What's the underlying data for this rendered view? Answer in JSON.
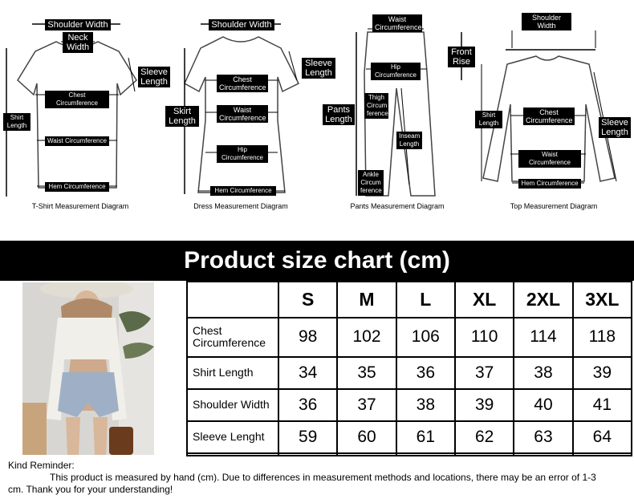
{
  "diagrams": {
    "tshirt": {
      "caption": "T-Shirt Measurement Diagram",
      "labels": {
        "shoulder": "Shoulder Width",
        "neck": "Neck Width",
        "sleeve": "Sleeve Length",
        "chest": "Chest Circumference",
        "shirt_length": "Shirt Length",
        "waist": "Waist Circumference",
        "hem": "Hem Circumference"
      }
    },
    "dress": {
      "caption": "Dress Measurement Diagram",
      "labels": {
        "shoulder": "Shoulder Width",
        "sleeve": "Sleeve Length",
        "chest": "Chest Circumference",
        "skirt": "Skirt Length",
        "waist": "Waist Circumference",
        "hip": "Hip Circumference",
        "hem": "Hem Circumference"
      }
    },
    "pants": {
      "caption": "Pants Measurement Diagram",
      "labels": {
        "waist": "Waist Circumference",
        "front_rise": "Front Rise",
        "hip": "Hip Circumference",
        "thigh": "Thigh Circum ference",
        "pants_length": "Pants Length",
        "inseam": "Inseam Length",
        "ankle": "Ankle Circum ference"
      }
    },
    "top": {
      "caption": "Top Measurement Diagram",
      "labels": {
        "shoulder": "Shoulder Width",
        "chest": "Chest Circumference",
        "shirt_length": "Shirt Length",
        "sleeve": "Sleeve Length",
        "waist": "Waist Circumference",
        "hem": "Hem Circumference"
      }
    }
  },
  "chart": {
    "title": "Product size chart  (cm)",
    "sizes": [
      "S",
      "M",
      "L",
      "XL",
      "2XL",
      "3XL"
    ],
    "rows": [
      {
        "label": "Chest Circumference",
        "values": [
          "98",
          "102",
          "106",
          "110",
          "114",
          "118"
        ]
      },
      {
        "label": "Shirt Length",
        "values": [
          "34",
          "35",
          "36",
          "37",
          "38",
          "39"
        ]
      },
      {
        "label": "Shoulder Width",
        "values": [
          "36",
          "37",
          "38",
          "39",
          "40",
          "41"
        ]
      },
      {
        "label": "Sleeve Lenght",
        "values": [
          "59",
          "60",
          "61",
          "62",
          "63",
          "64"
        ]
      },
      {
        "label": "",
        "values": [
          "",
          "",
          "",
          "",
          "",
          ""
        ]
      }
    ]
  },
  "reminder": {
    "heading": "Kind Reminder:",
    "line1": "This product is measured by hand (cm). Due to differences in measurement methods and locations, there may be an error of 1-3",
    "line2": "cm. Thank you for your understanding!"
  }
}
